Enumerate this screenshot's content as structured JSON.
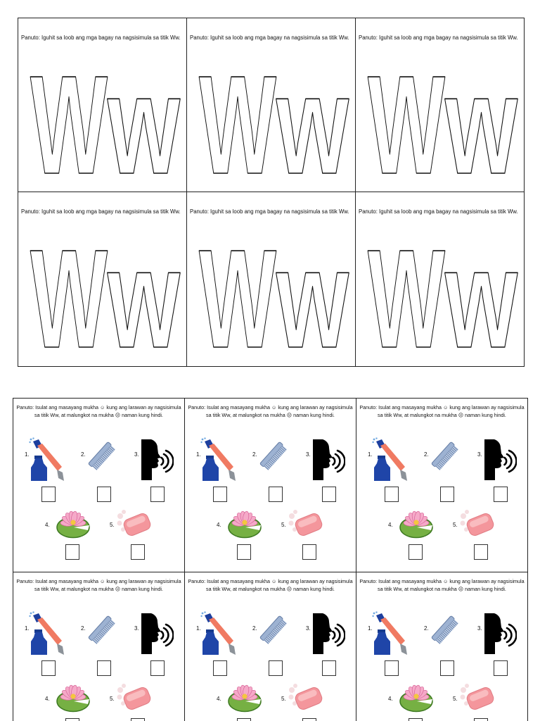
{
  "top_worksheet": {
    "cells": [
      {
        "instruction": "Panuto: Iguhit sa loob ang mga bagay na nagsisimula sa titik Ww.",
        "uppercase": "W",
        "lowercase": "w"
      },
      {
        "instruction": "Panuto: Iguhit sa loob ang mga bagay na nagsisimula sa titik Ww.",
        "uppercase": "W",
        "lowercase": "w"
      },
      {
        "instruction": "Panuto: Iguhit sa loob ang mga bagay na nagsisimula sa titik Ww.",
        "uppercase": "W",
        "lowercase": "w"
      },
      {
        "instruction": "Panuto: Iguhit sa loob ang mga bagay na nagsisimula sa titik Ww.",
        "uppercase": "W",
        "lowercase": "w"
      },
      {
        "instruction": "Panuto: Iguhit sa loob ang mga bagay na nagsisimula sa titik Ww.",
        "uppercase": "W",
        "lowercase": "w"
      },
      {
        "instruction": "Panuto: Iguhit sa loob ang mga bagay na nagsisimula sa titik Ww.",
        "uppercase": "W",
        "lowercase": "w"
      }
    ]
  },
  "bottom_worksheet": {
    "cells": [
      {
        "instruction_lines": [
          "Panuto: Isulat ang masayang mukha ☺ kung ang larawan ay nagsisimula",
          "sa titik Ww, at malungkot na mukha ☹ naman kung hindi."
        ],
        "items": [
          {
            "number": "1.",
            "icon": "spray-bottle"
          },
          {
            "number": "2.",
            "icon": "comb"
          },
          {
            "number": "3.",
            "icon": "speaking-head"
          },
          {
            "number": "4.",
            "icon": "water-lily"
          },
          {
            "number": "5.",
            "icon": "soap"
          }
        ]
      },
      {
        "instruction_lines": [
          "Panuto: Isulat ang masayang mukha ☺ kung ang larawan ay nagsisimula",
          "sa titik Ww, at malungkot na mukha ☹ naman kung hindi."
        ],
        "items": [
          {
            "number": "1.",
            "icon": "spray-bottle"
          },
          {
            "number": "2.",
            "icon": "comb"
          },
          {
            "number": "3.",
            "icon": "speaking-head"
          },
          {
            "number": "4.",
            "icon": "water-lily"
          },
          {
            "number": "5.",
            "icon": "soap"
          }
        ]
      },
      {
        "instruction_lines": [
          "Panuto: Isulat ang masayang mukha ☺ kung ang larawan ay nagsisimula",
          "sa titik Ww, at malungkot na mukha ☹ naman kung hindi."
        ],
        "items": [
          {
            "number": "1.",
            "icon": "spray-bottle"
          },
          {
            "number": "2.",
            "icon": "comb"
          },
          {
            "number": "3.",
            "icon": "speaking-head"
          },
          {
            "number": "4.",
            "icon": "water-lily"
          },
          {
            "number": "5.",
            "icon": "soap"
          }
        ]
      },
      {
        "instruction_lines": [
          "Panuto: Isulat ang masayang mukha ☺ kung ang larawan ay nagsisimula",
          "sa titik Ww, at malungkot na mukha ☹ naman kung hindi."
        ],
        "items": [
          {
            "number": "1.",
            "icon": "spray-bottle"
          },
          {
            "number": "2.",
            "icon": "comb"
          },
          {
            "number": "3.",
            "icon": "speaking-head"
          },
          {
            "number": "4.",
            "icon": "water-lily"
          },
          {
            "number": "5.",
            "icon": "soap"
          }
        ]
      },
      {
        "instruction_lines": [
          "Panuto: Isulat ang masayang mukha ☺ kung ang larawan ay nagsisimula",
          "sa titik Ww, at malungkot na mukha ☹ naman kung hindi."
        ],
        "items": [
          {
            "number": "1.",
            "icon": "spray-bottle"
          },
          {
            "number": "2.",
            "icon": "comb"
          },
          {
            "number": "3.",
            "icon": "speaking-head"
          },
          {
            "number": "4.",
            "icon": "water-lily"
          },
          {
            "number": "5.",
            "icon": "soap"
          }
        ]
      },
      {
        "instruction_lines": [
          "Panuto: Isulat ang masayang mukha ☺ kung ang larawan ay nagsisimula",
          "sa titik Ww, at malungkot na mukha ☹ naman kung hindi."
        ],
        "items": [
          {
            "number": "1.",
            "icon": "spray-bottle"
          },
          {
            "number": "2.",
            "icon": "comb"
          },
          {
            "number": "3.",
            "icon": "speaking-head"
          },
          {
            "number": "4.",
            "icon": "water-lily"
          },
          {
            "number": "5.",
            "icon": "soap"
          }
        ]
      }
    ]
  }
}
